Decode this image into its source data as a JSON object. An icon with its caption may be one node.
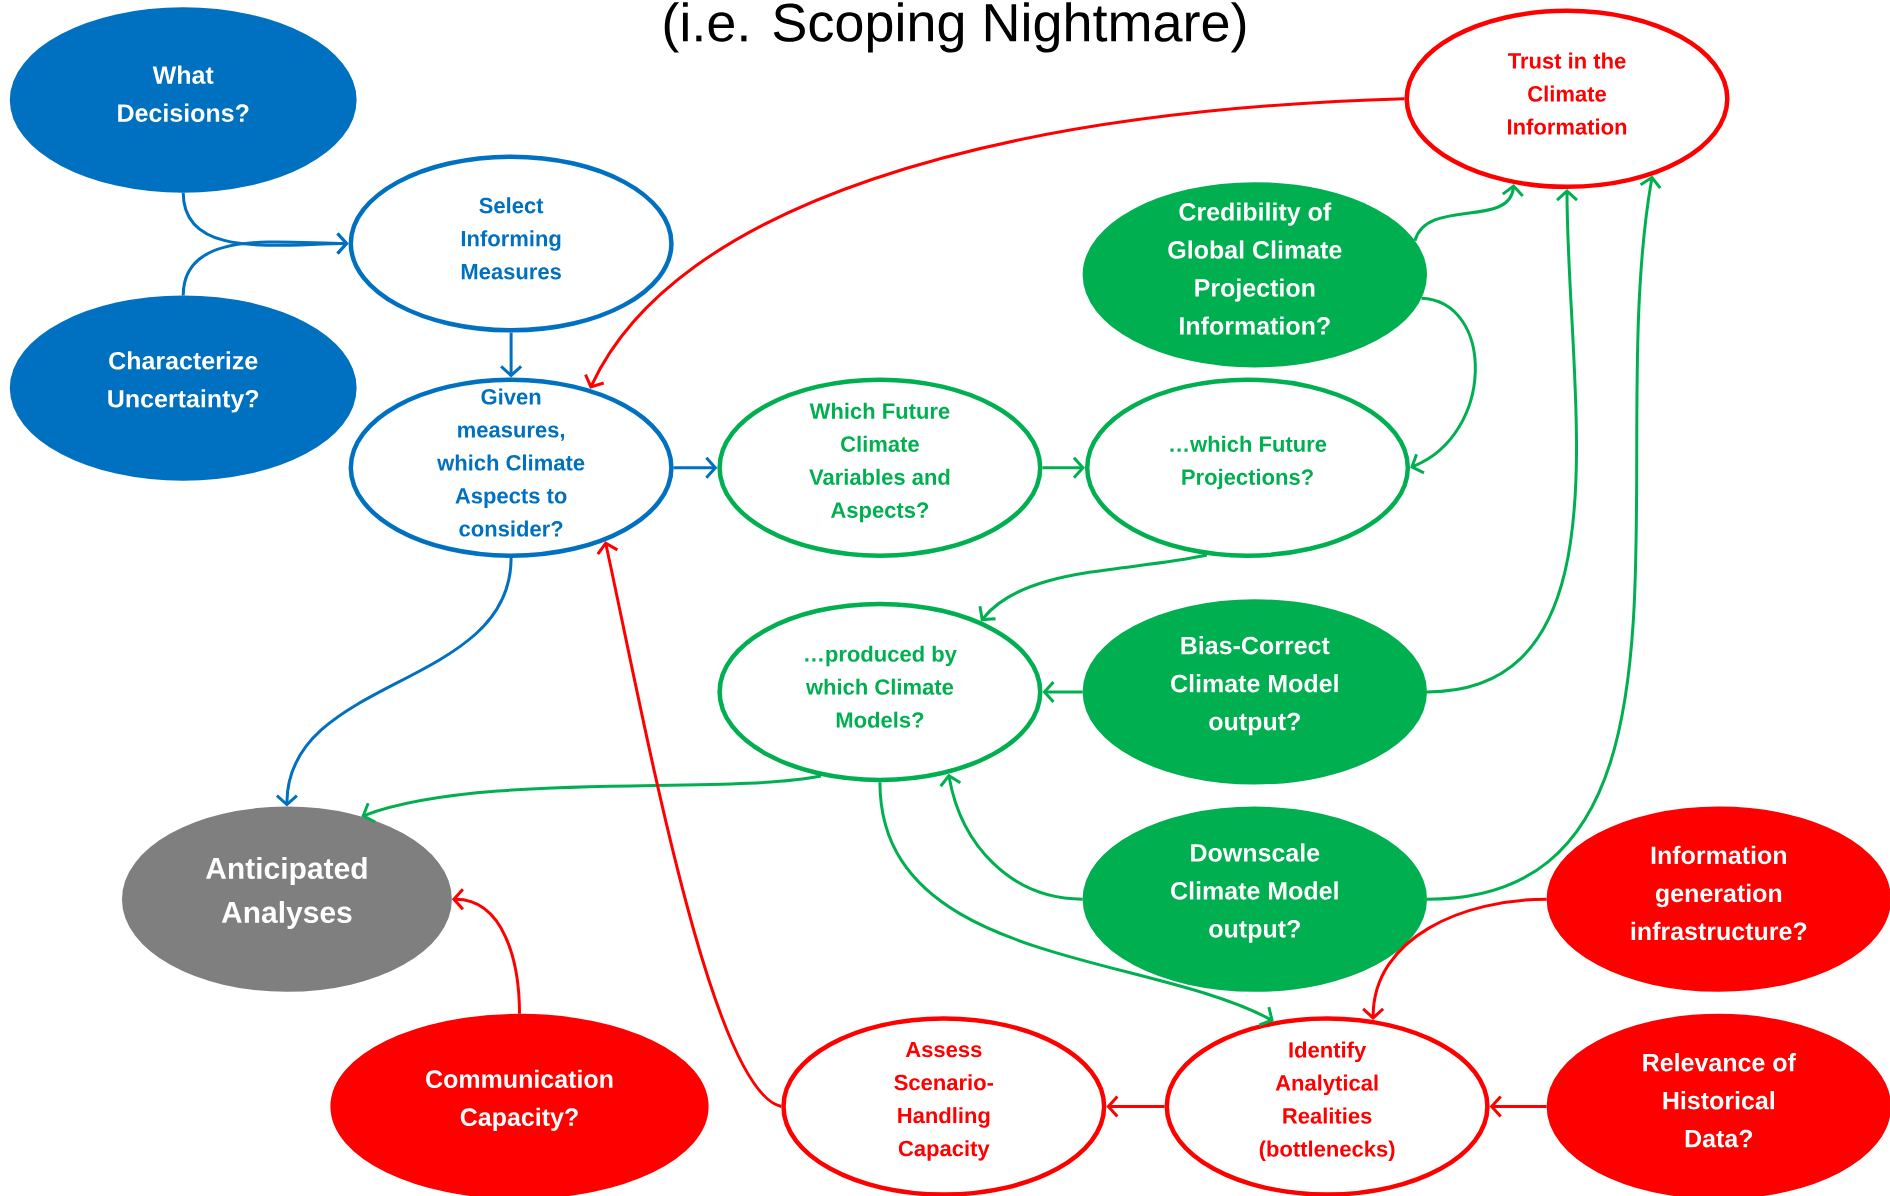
{
  "diagram": {
    "title": "(i.e. Scoping Nightmare)",
    "nodes": [
      {
        "text": [
          "What Decisions?"
        ]
      },
      {
        "text": [
          "Select Informing Measures"
        ]
      },
      {
        "text": [
          "Characterize Uncertainty?"
        ]
      },
      {
        "text": [
          "Given measures, which Climate Aspects to consider?"
        ]
      },
      {
        "text": [
          "Which Future Climate Variables and Aspects?"
        ]
      },
      {
        "text": [
          "…which Future Projections?"
        ]
      },
      {
        "text": [
          "Trust in the Climate Information"
        ]
      },
      {
        "text": [
          "Credibility of Global Climate Projection Information?"
        ]
      },
      {
        "text": [
          "…produced by which Climate Models?"
        ]
      },
      {
        "text": [
          "Bias-Correct Climate Model output?"
        ]
      },
      {
        "text": [
          "Anticipated Analyses"
        ]
      },
      {
        "text": [
          "Downscale Climate Model output?"
        ]
      },
      {
        "text": [
          "Information generation infrastructure?"
        ]
      },
      {
        "text": [
          "Communication Capacity?"
        ]
      },
      {
        "text": [
          "Assess Scenario-Handling Capacity"
        ]
      },
      {
        "text": [
          "Identify Analytical Realities (bottlenecks)"
        ]
      },
      {
        "text": [
          "Relevance of Historical Data?"
        ]
      }
    ],
    "edges": [
      {
        "from": 0,
        "to": 1,
        "arrow": "to",
        "color": "#0070c0"
      },
      {
        "from": 2,
        "to": 1,
        "arrow": "to",
        "color": "#0070c0"
      },
      {
        "from": 1,
        "to": 3,
        "arrow": "to",
        "color": "#0070c0"
      },
      {
        "from": 3,
        "to": 4,
        "arrow": "to",
        "color": "#0070c0"
      },
      {
        "from": 4,
        "to": 5,
        "arrow": "to"
      },
      {
        "from": 3,
        "to": 10,
        "arrow": "to",
        "color": "#0070c0"
      },
      {
        "from": 6,
        "to": 3,
        "arrow": "to",
        "color": "#ff0000"
      },
      {
        "from": 7,
        "to": 6,
        "arrow": "to"
      },
      {
        "from": 7,
        "to": 5,
        "arrow": "to"
      },
      {
        "from": 5,
        "to": 8,
        "arrow": "to"
      },
      {
        "from": 9,
        "to": 8,
        "arrow": "to"
      },
      {
        "from": 11,
        "to": 8,
        "arrow": "to"
      },
      {
        "from": 9,
        "to": 6,
        "arrow": "to"
      },
      {
        "from": 11,
        "to": 6,
        "arrow": "to"
      },
      {
        "from": 8,
        "to": 10,
        "arrow": "to"
      },
      {
        "from": 8,
        "to": 15,
        "arrow": "to"
      },
      {
        "from": 12,
        "to": 15,
        "arrow": "to",
        "color": "#ff0000"
      },
      {
        "from": 16,
        "to": 15,
        "arrow": "to",
        "color": "#ff0000"
      },
      {
        "from": 15,
        "to": 14,
        "arrow": "to",
        "color": "#ff0000"
      },
      {
        "from": 14,
        "to": 3,
        "arrow": "to",
        "color": "#ff0000"
      },
      {
        "from": 13,
        "to": 10,
        "arrow": "to",
        "color": "#ff0000"
      }
    ]
  }
}
